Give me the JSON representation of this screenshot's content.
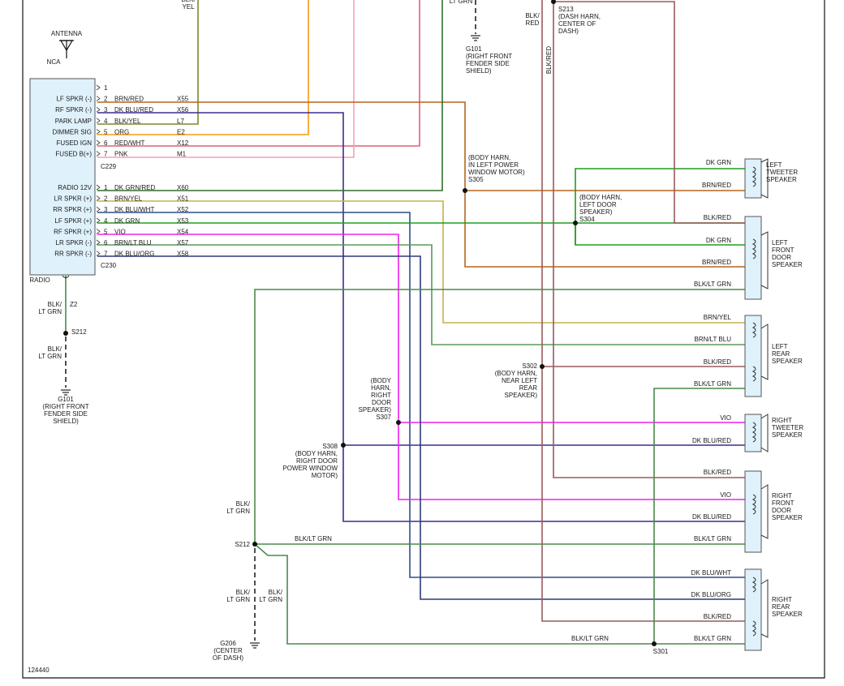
{
  "colors": {
    "brn_red": "#b5651d",
    "dk_blu_red": "#3a2f8f",
    "blk_yel": "#7a8a2a",
    "org": "#f59a10",
    "red_wht": "#e0607a",
    "pnk": "#f4a0b8",
    "dk_grn_red": "#2e6e2a",
    "brn_yel": "#c8b04a",
    "dk_blu_wht": "#2e4f8a",
    "dk_grn": "#1e9e1e",
    "vio": "#f020f0",
    "brn_lt_blu": "#5a9a5a",
    "dk_blu_org": "#2e3a7a",
    "blk_red": "#9a5a5a",
    "blk_lt_grn": "#4a8a4a",
    "ground": "#222222"
  },
  "top_labels": {
    "blk_yel_top": "BLK/\nYEL",
    "lt_grn_top": "LT GRN",
    "blk_red_top": "BLK/\nRED",
    "blk_red_vertical": "BLK/RED"
  },
  "antenna": {
    "label": "ANTENNA",
    "nca": "NCA"
  },
  "radio": {
    "label": "RADIO"
  },
  "c229": {
    "connector": "C229",
    "pins": [
      {
        "num": "1",
        "name": "",
        "wire": "",
        "circuit": ""
      },
      {
        "num": "2",
        "name": "LF SPKR (-)",
        "wire": "BRN/RED",
        "circuit": "X55"
      },
      {
        "num": "3",
        "name": "RF SPKR (-)",
        "wire": "DK BLU/RED",
        "circuit": "X56"
      },
      {
        "num": "4",
        "name": "PARK LAMP",
        "wire": "BLK/YEL",
        "circuit": "L7"
      },
      {
        "num": "5",
        "name": "DIMMER SIG",
        "wire": "ORG",
        "circuit": "E2"
      },
      {
        "num": "6",
        "name": "FUSED IGN",
        "wire": "RED/WHT",
        "circuit": "X12"
      },
      {
        "num": "7",
        "name": "FUSED B(+)",
        "wire": "PNK",
        "circuit": "M1"
      }
    ]
  },
  "c230": {
    "connector": "C230",
    "pins": [
      {
        "num": "1",
        "name": "RADIO 12V",
        "wire": "DK GRN/RED",
        "circuit": "X60"
      },
      {
        "num": "2",
        "name": "LR SPKR (+)",
        "wire": "BRN/YEL",
        "circuit": "X51"
      },
      {
        "num": "3",
        "name": "RR SPKR (+)",
        "wire": "DK BLU/WHT",
        "circuit": "X52"
      },
      {
        "num": "4",
        "name": "LF SPKR (+)",
        "wire": "DK GRN",
        "circuit": "X53"
      },
      {
        "num": "5",
        "name": "RF SPKR (+)",
        "wire": "VIO",
        "circuit": "X54"
      },
      {
        "num": "6",
        "name": "LR SPKR (-)",
        "wire": "BRN/LT BLU",
        "circuit": "X57"
      },
      {
        "num": "7",
        "name": "RR SPKR (-)",
        "wire": "DK BLU/ORG",
        "circuit": "X58"
      }
    ]
  },
  "radio_ground": {
    "wire1": "BLK/\nLT GRN",
    "circuit": "Z2",
    "splice": "S212",
    "wire2": "BLK/\nLT GRN",
    "ground": "G101",
    "ground_desc": "(RIGHT FRONT\nFENDER SIDE\nSHIELD)"
  },
  "g101_top": {
    "ground": "G101",
    "desc": "(RIGHT FRONT\nFENDER SIDE\nSHIELD)"
  },
  "splices": {
    "s213": "S213\n(DASH HARN,\nCENTER OF\nDASH)",
    "s305": "(BODY HARN,\nIN LEFT POWER\nWINDOW MOTOR)\nS305",
    "s304": "(BODY HARN,\nLEFT DOOR\nSPEAKER)\nS304",
    "s302": "S302\n(BODY HARN,\nNEAR LEFT\nREAR\nSPEAKER)",
    "s307": "(BODY\nHARN,\nRIGHT\nDOOR\nSPEAKER)\nS307",
    "s308": "S308\n(BODY HARN,\nRIGHT DOOR\nPOWER WINDOW\nMOTOR)",
    "s212": "S212",
    "s301": "S301"
  },
  "lower": {
    "blk_lt_grn_left": "BLK/\nLT GRN",
    "blk_lt_grn_mid": "BLK/LT GRN",
    "blk_lt_grn_a": "BLK/\nLT GRN",
    "blk_lt_grn_b": "BLK/\nLT GRN",
    "g206": "G206\n(CENTER\nOF DASH)",
    "blk_lt_grn_bottom": "BLK/LT GRN"
  },
  "speakers": [
    {
      "name": "LEFT\nTWEETER\nSPEAKER",
      "wires": [
        "DK GRN",
        "BRN/RED"
      ]
    },
    {
      "name": "LEFT\nFRONT\nDOOR\nSPEAKER",
      "wires": [
        "BLK/RED",
        "DK GRN",
        "BRN/RED",
        "BLK/LT GRN"
      ]
    },
    {
      "name": "LEFT\nREAR\nSPEAKER",
      "wires": [
        "BRN/YEL",
        "BRN/LT BLU",
        "BLK/RED",
        "BLK/LT GRN"
      ]
    },
    {
      "name": "RIGHT\nTWEETER\nSPEAKER",
      "wires": [
        "VIO",
        "DK BLU/RED"
      ]
    },
    {
      "name": "RIGHT\nFRONT\nDOOR\nSPEAKER",
      "wires": [
        "BLK/RED",
        "VIO",
        "DK BLU/RED",
        "BLK/LT GRN"
      ]
    },
    {
      "name": "RIGHT\nREAR\nSPEAKER",
      "wires": [
        "DK BLU/WHT",
        "DK BLU/ORG",
        "BLK/RED",
        "BLK/LT GRN"
      ]
    }
  ],
  "figure_id": "124440"
}
